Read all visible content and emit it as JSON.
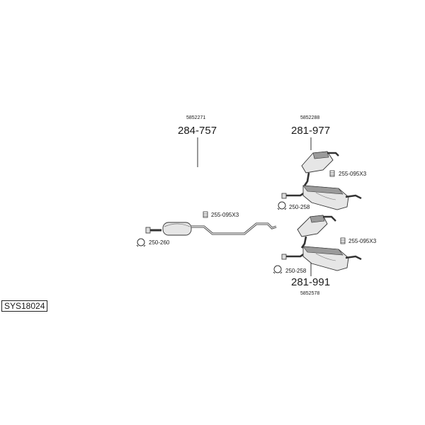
{
  "system_code": "SYS18024",
  "parts": {
    "front_pipe": {
      "oe_number": "5852271",
      "part_number": "284-757"
    },
    "rear_muffler_top": {
      "oe_number": "5852288",
      "part_number": "281-977"
    },
    "rear_muffler_bottom": {
      "oe_number": "5852578",
      "part_number": "281-991"
    }
  },
  "accessories": {
    "kit_front": "255-095X3",
    "kit_top": "255-095X3",
    "kit_bottom": "255-095X3",
    "clamp_front": "250-260",
    "clamp_top": "250-258",
    "clamp_bottom": "250-258"
  },
  "colors": {
    "line": "#333333",
    "fill_light": "#e6e6e6",
    "fill_dark": "#9a9a9a"
  }
}
